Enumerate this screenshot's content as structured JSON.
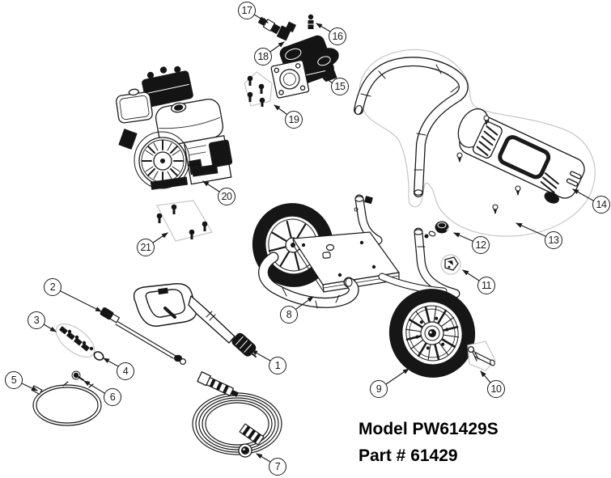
{
  "footer": {
    "model_text": "Model PW61429S",
    "part_text": "Part # 61429"
  },
  "callouts": [
    {
      "number": "1"
    },
    {
      "number": "2"
    },
    {
      "number": "3"
    },
    {
      "number": "4"
    },
    {
      "number": "5"
    },
    {
      "number": "6"
    },
    {
      "number": "7"
    },
    {
      "number": "8"
    },
    {
      "number": "9"
    },
    {
      "number": "10"
    },
    {
      "number": "11"
    },
    {
      "number": "12"
    },
    {
      "number": "13"
    },
    {
      "number": "14"
    },
    {
      "number": "15"
    },
    {
      "number": "16"
    },
    {
      "number": "17"
    },
    {
      "number": "18"
    },
    {
      "number": "19"
    },
    {
      "number": "20"
    },
    {
      "number": "21"
    }
  ],
  "colors": {
    "line": "#1a1a1a",
    "dark_fill": "#141414",
    "light_outline": "#c9c9c9",
    "background": "#ffffff"
  }
}
